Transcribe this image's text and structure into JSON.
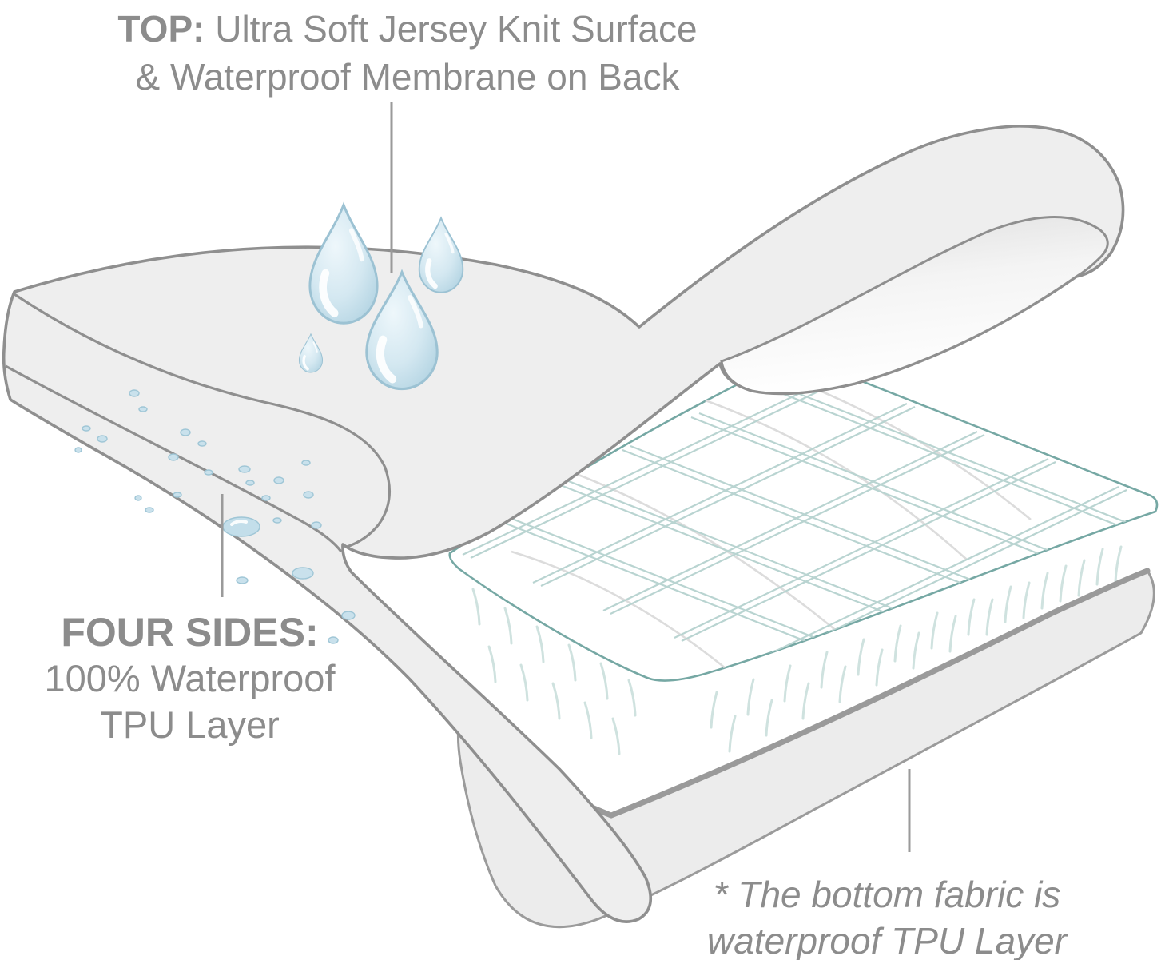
{
  "illustration": {
    "name": "mattress-protector-waterproof-diagram",
    "colors": {
      "annotation_text": "#8c8c8c",
      "outline_gray": "#8f8f8f",
      "protector_fill": "#eeeeee",
      "protector_underside": "#f7f7f7",
      "mattress_white": "#ffffff",
      "piping_teal": "#76a8a4",
      "quilt_teal": "#b9d4d1",
      "side_tick_teal": "#cfe2df",
      "base_fill": "#ececec",
      "base_edge": "#9a9a9a",
      "droplet_fill": "#cfe4ee",
      "droplet_outline": "#9cc2d3"
    }
  },
  "annotations": {
    "top": {
      "prefix": "TOP:",
      "rest": " Ultra Soft Jersey Knit Surface",
      "line2": "& Waterproof Membrane on Back"
    },
    "four_sides": {
      "title": "FOUR SIDES:",
      "line1": "100% Waterproof",
      "line2": "TPU Layer"
    },
    "bottom": {
      "line1": "* The bottom fabric is",
      "line2": "waterproof TPU Layer"
    }
  }
}
